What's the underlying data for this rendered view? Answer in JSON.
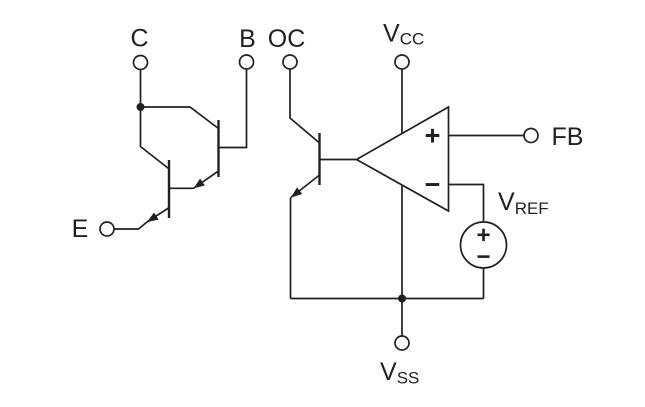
{
  "colors": {
    "line": "#231f20",
    "background": "#ffffff"
  },
  "terminals": {
    "c": "C",
    "b": "B",
    "e": "E",
    "oc": "OC",
    "fb": "FB",
    "vcc": {
      "main": "V",
      "sub": "CC"
    },
    "vss": {
      "main": "V",
      "sub": "SS"
    },
    "vref": {
      "main": "V",
      "sub": "REF"
    }
  },
  "amplifier": {
    "noninverting_label": "+",
    "inverting_label": "−"
  },
  "reference_source": {
    "plus_label": "+",
    "minus_label": "−"
  }
}
